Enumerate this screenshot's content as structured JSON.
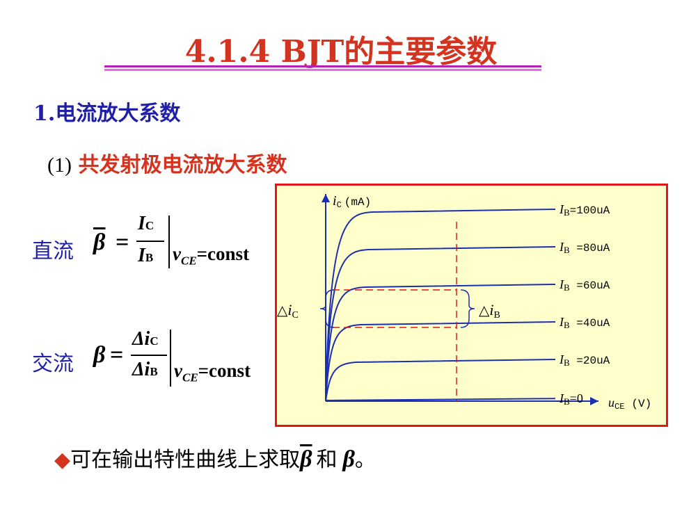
{
  "title": "4.1.4  BJT的主要参数",
  "section": "1.电流放大系数",
  "subsection": {
    "number": "(1)",
    "text": "共发射极电流放大系数"
  },
  "formula_dc": {
    "label": "直流",
    "symbol": "β",
    "equals": "=",
    "numerator_var": "I",
    "numerator_sub": "C",
    "denominator_var": "I",
    "denominator_sub": "B",
    "condition_var": "v",
    "condition_sub": "CE",
    "condition_value": "=const"
  },
  "formula_ac": {
    "label": "交流",
    "symbol": "β",
    "equals": "=",
    "numerator_var": "Δi",
    "numerator_sub": "C",
    "denominator_var": "Δi",
    "denominator_sub": "B",
    "condition_var": "v",
    "condition_sub": "CE",
    "condition_value": "=const"
  },
  "chart_data": {
    "type": "line",
    "title": "",
    "ylabel_var": "i",
    "ylabel_sub": "C",
    "ylabel_unit": "(mA)",
    "xlabel_var": "u",
    "xlabel_sub": "CE",
    "xlabel_unit": "(V)",
    "series": [
      {
        "name": "IB=100uA",
        "label_var": "I",
        "label_sub": "B",
        "label_rest": "=100uA",
        "level": 5
      },
      {
        "name": "IB=80uA",
        "label_var": "I",
        "label_sub": "B",
        "label_rest": " =80uA",
        "level": 4
      },
      {
        "name": "IB=60uA",
        "label_var": "I",
        "label_sub": "B",
        "label_rest": " =60uA",
        "level": 3
      },
      {
        "name": "IB=40uA",
        "label_var": "I",
        "label_sub": "B",
        "label_rest": " =40uA",
        "level": 2
      },
      {
        "name": "IB=20uA",
        "label_var": "I",
        "label_sub": "B",
        "label_rest": " =20uA",
        "level": 1
      },
      {
        "name": "IB=0",
        "label_var": "I",
        "label_sub": "B",
        "label_rest": "=0",
        "level": 0
      }
    ],
    "annotations": {
      "delta_ic": {
        "prefix": "△",
        "var": "i",
        "sub": "C"
      },
      "delta_ib": {
        "prefix": "△",
        "var": "i",
        "sub": "B"
      }
    },
    "colors": {
      "curves": "#1c2fb0",
      "dashed": "#e01818",
      "background": "#ffffcc",
      "border": "#e01818"
    }
  },
  "bottom_text": {
    "bullet": "◆",
    "text_before": "可在输出特性曲线上求取",
    "beta_bar": "β",
    "text_middle": "和",
    "beta": "β",
    "text_end": "。"
  }
}
